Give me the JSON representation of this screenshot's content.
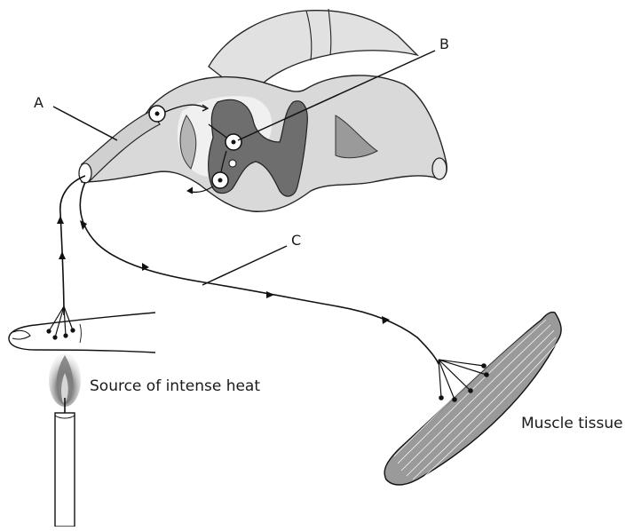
{
  "labels": {
    "a": "A",
    "b": "B",
    "c": "C"
  },
  "captions": {
    "heat_source": "Source of intense heat",
    "muscle": "Muscle tissue"
  },
  "colors": {
    "cord_light": "#d9d9d9",
    "gray_matter": "#6e6e6e",
    "line": "#111111",
    "candle": "#ffffff",
    "flame": "#6f6f6f"
  }
}
